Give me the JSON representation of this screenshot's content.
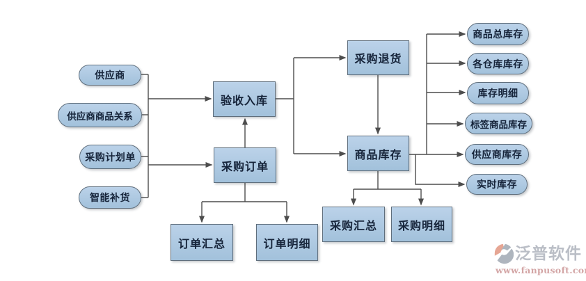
{
  "nodes": {
    "supplier": "供应商",
    "supplier_product_relation": "供应商商品关系",
    "purchase_plan": "采购计划单",
    "smart_replenishment": "智能补货",
    "acceptance_warehousing": "验收入库",
    "purchase_order": "采购订单",
    "purchase_return": "采购退货",
    "product_inventory": "商品库存",
    "order_summary": "订单汇总",
    "order_detail": "订单明细",
    "purchase_summary": "采购汇总",
    "purchase_detail": "采购明细",
    "total_product_inventory": "商品总库存",
    "warehouse_inventory": "各仓库库存",
    "inventory_detail": "库存明细",
    "tag_product_inventory": "标签商品库存",
    "supplier_inventory": "供应商库存",
    "realtime_inventory": "实时库存"
  },
  "watermark": {
    "brand": "泛普软件",
    "url": "www.fanpusoft.com"
  },
  "colors": {
    "node_fill_top": "#bbd2e9",
    "node_fill_bottom": "#a2c1db",
    "node_border": "#5f6e7c",
    "node_text": "#16243a",
    "connector": "#4d4d4d",
    "watermark_text": "#a9aeb9",
    "watermark_url": "#c98f8f",
    "watermark_icon_orange": "#e0907a",
    "watermark_icon_gray": "#9aa3ae"
  }
}
